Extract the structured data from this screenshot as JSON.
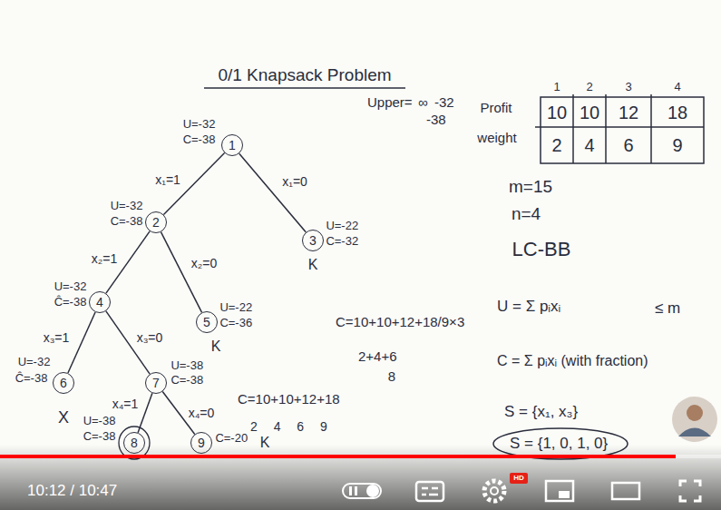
{
  "diagram": {
    "title": "0/1 Knapsack Problem",
    "nodes": [
      {
        "text": [
          "1",
          "U=-32",
          "C=-38"
        ]
      },
      {
        "text": [
          "2",
          "U=-32",
          "C=-38"
        ]
      },
      {
        "text": [
          "3",
          "U=-22",
          "C=-32"
        ]
      },
      {
        "text": [
          "4",
          "U=-32",
          "Ĉ=-38"
        ]
      },
      {
        "text": [
          "5",
          "U=-22",
          "C=-36"
        ]
      },
      {
        "text": [
          "6",
          "U=-32",
          "Ĉ=-38"
        ]
      },
      {
        "text": [
          "7",
          "U=-38",
          "C=-38"
        ]
      },
      {
        "text": [
          "8",
          "U=-38",
          "C=-38"
        ]
      },
      {
        "text": [
          "9",
          "C=-20"
        ]
      }
    ],
    "edges": [
      {
        "from": 0,
        "to": 1,
        "arrow": "none",
        "label": "x₁=1"
      },
      {
        "from": 0,
        "to": 2,
        "arrow": "none",
        "label": "x₁=0"
      },
      {
        "from": 1,
        "to": 3,
        "arrow": "none",
        "label": "x₂=1"
      },
      {
        "from": 1,
        "to": 4,
        "arrow": "none",
        "label": "x₂=0"
      },
      {
        "from": 3,
        "to": 5,
        "arrow": "none",
        "label": "x₃=1"
      },
      {
        "from": 3,
        "to": 6,
        "arrow": "none",
        "label": "x₃=0"
      },
      {
        "from": 6,
        "to": 7,
        "arrow": "none",
        "label": "x₄=1"
      },
      {
        "from": 6,
        "to": 8,
        "arrow": "none",
        "label": "x₄=0"
      }
    ],
    "labels": [
      "Upper=",
      "∞",
      "-32",
      "-38",
      "1",
      "2",
      "3",
      "4",
      "Profit",
      "10",
      "10",
      "12",
      "18",
      "weight",
      "2",
      "4",
      "6",
      "9",
      "m=15",
      "n=4",
      "LC-BB",
      "U = Σ pᵢxᵢ",
      "≤ m",
      "C = Σ pᵢxᵢ (with fraction)",
      "S = {x₁, x₃}",
      "S = {1, 0, 1, 0}",
      "C=10+10+12+18/9×3",
      "2+4+6",
      "8",
      "C=10+10+12+18",
      "2 4 6 9",
      "K",
      "K",
      "X",
      "K",
      "10:12 / 10:47",
      "HD"
    ]
  }
}
